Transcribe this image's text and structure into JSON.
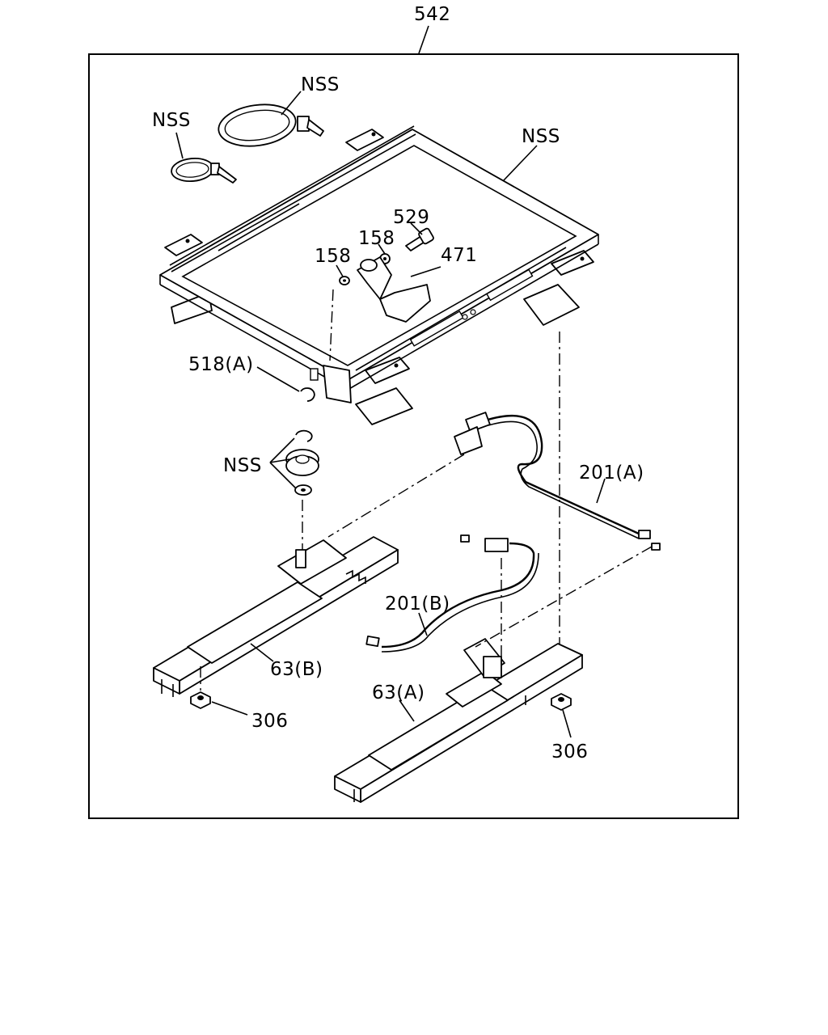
{
  "diagram": {
    "assembly_number": "542",
    "labels": {
      "nss_tie_large": "NSS",
      "nss_tie_small": "NSS",
      "nss_frame": "NSS",
      "part_529": "529",
      "part_158_a": "158",
      "part_158_b": "158",
      "part_471": "471",
      "part_518a": "518(A)",
      "nss_bushing_set": "NSS",
      "part_201a": "201(A)",
      "part_201b": "201(B)",
      "part_63b": "63(B)",
      "part_63a": "63(A)",
      "part_306_left": "306",
      "part_306_right": "306"
    }
  }
}
